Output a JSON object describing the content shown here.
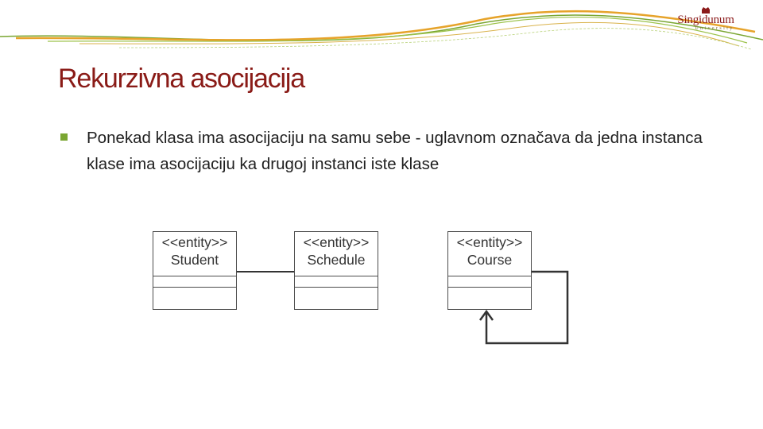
{
  "header": {
    "logo_name": "Singidunum",
    "logo_sub": "University",
    "colors": {
      "green": "#7aa632",
      "orange": "#e6a32a",
      "red": "#8a1b17"
    }
  },
  "slide": {
    "title": "Rekurzivna asocijacija",
    "bullets": [
      "Ponekad klasa ima asocijaciju na samu sebe - uglavnom označava da jedna instanca klase ima asocijaciju ka drugoj instanci iste klase"
    ]
  },
  "diagram": {
    "classes": [
      {
        "stereotype": "<<entity>>",
        "name": "Student"
      },
      {
        "stereotype": "<<entity>>",
        "name": "Schedule"
      },
      {
        "stereotype": "<<entity>>",
        "name": "Course"
      }
    ]
  }
}
